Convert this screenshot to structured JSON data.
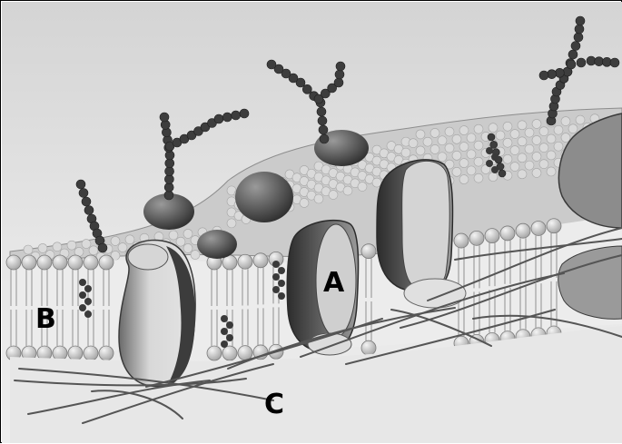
{
  "labels": {
    "a": "A",
    "b": "B",
    "c": "C"
  },
  "colors": {
    "background_top": "#d9d9d9",
    "background_bottom": "#f2f2f2",
    "phospholipid_head": "#cfcfcf",
    "phospholipid_tail": "#9a9a9a",
    "protein_light": "#d0d0d0",
    "protein_dark": "#3f3f3f",
    "chain": "#3a3a3a",
    "fiber": "#505050"
  },
  "icons": [
    "phospholipid-head-icon",
    "glycoprotein-chain-icon",
    "cholesterol-icon",
    "transmembrane-protein-icon",
    "cytoskeleton-fiber-icon"
  ]
}
